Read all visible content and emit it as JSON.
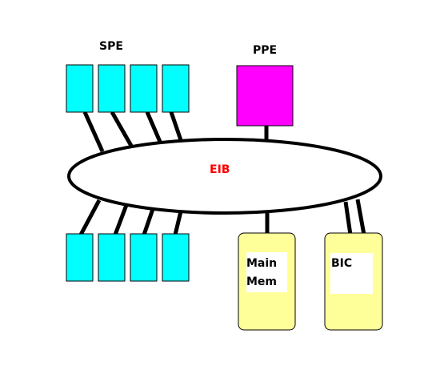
{
  "labels": {
    "spe": "SPE",
    "ppe": "PPE",
    "eib": "EIB",
    "main_mem_line1": "Main",
    "main_mem_line2": "Mem",
    "bic": "BIC"
  },
  "colors": {
    "spe_fill": "#00ffff",
    "ppe_fill": "#ff00ff",
    "mem_fill": "#ffff99",
    "eib_text": "#ff0000",
    "line": "#000000"
  }
}
